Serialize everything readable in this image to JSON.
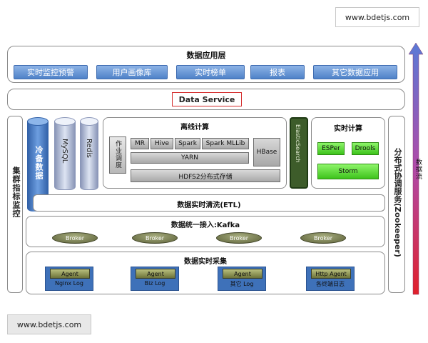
{
  "watermarks": [
    "www.bdetjs.com",
    "www.bdetjs.com"
  ],
  "app_layer": {
    "title": "数据应用层",
    "items": [
      "实时监控预警",
      "用户画像库",
      "实时榜单",
      "报表",
      "其它数据应用"
    ]
  },
  "data_service": "Data Service",
  "cluster_monitor": "集群指标监控",
  "storage": {
    "cold": "冷备数据",
    "mysql": "MySQL",
    "redis": "Redis"
  },
  "offline": {
    "title": "离线计算",
    "scheduler": "作业调度",
    "engines": [
      "MR",
      "Hive",
      "Spark",
      "Spark MLLib"
    ],
    "hbase": "HBase",
    "yarn": "YARN",
    "hdfs": "HDFS2分布式存储"
  },
  "elasticsearch": "ElasticSearch",
  "realtime": {
    "title": "实时计算",
    "esper": "ESPer",
    "drools": "Drools",
    "storm": "Storm"
  },
  "etl": "数据实时清洗(ETL)",
  "kafka": {
    "title": "数据统一接入:Kafka",
    "brokers": [
      "Broker",
      "Broker",
      "Broker",
      "Broker"
    ]
  },
  "collect": {
    "title": "数据实时采集",
    "agents": [
      {
        "name": "Agent",
        "sub": "Nginx Log"
      },
      {
        "name": "Agent",
        "sub": "Biz Log"
      },
      {
        "name": "Agent",
        "sub": "其它 Log"
      },
      {
        "name": "Http Agent",
        "sub": "各终端日志"
      }
    ]
  },
  "zookeeper": "分布式协调服务(Zookeeper)",
  "data_flow": "数据流",
  "colors": {
    "app_button": "#4f82c8",
    "green": "#3ec31c",
    "data_service_border": "#d42b2b",
    "arrow_top": "#5a7ad6",
    "arrow_bottom": "#e0202a"
  }
}
